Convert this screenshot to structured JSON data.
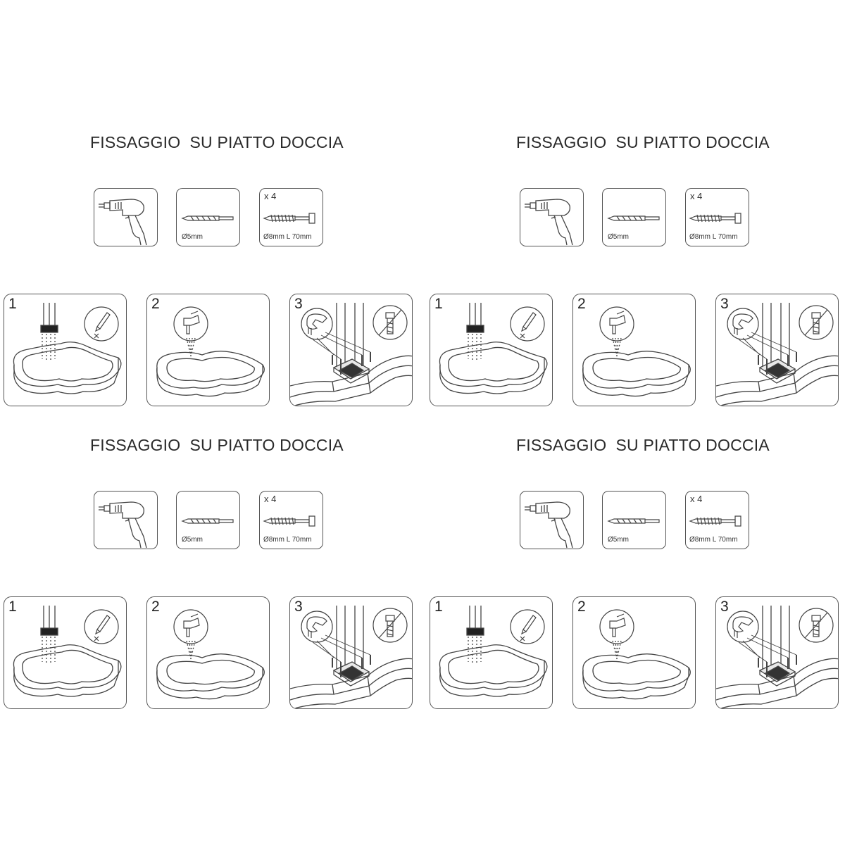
{
  "panels": [
    {
      "title": "FISSAGGIO  SU PIATTO DOCCIA",
      "tools": {
        "drill_bit": "Ø5mm",
        "screw_qty": "x 4",
        "screw_size": "Ø8mm  L 70mm"
      },
      "steps": [
        "1",
        "2",
        "3"
      ]
    },
    {
      "title": "FISSAGGIO  SU PIATTO DOCCIA",
      "tools": {
        "drill_bit": "Ø5mm",
        "screw_qty": "x 4",
        "screw_size": "Ø8mm  L 70mm"
      },
      "steps": [
        "1",
        "2",
        "3"
      ]
    },
    {
      "title": "FISSAGGIO  SU PIATTO DOCCIA",
      "tools": {
        "drill_bit": "Ø5mm",
        "screw_qty": "x 4",
        "screw_size": "Ø8mm  L 70mm"
      },
      "steps": [
        "1",
        "2",
        "3"
      ]
    },
    {
      "title": "FISSAGGIO  SU PIATTO DOCCIA",
      "tools": {
        "drill_bit": "Ø5mm",
        "screw_qty": "x 4",
        "screw_size": "Ø8mm  L 70mm"
      },
      "steps": [
        "1",
        "2",
        "3"
      ]
    }
  ],
  "icons": {
    "tool_1": "drill-icon",
    "tool_2": "drill-bit-icon",
    "tool_3": "screw-icon",
    "step_1": "column-placement-icon",
    "step_2": "drilling-icon",
    "step_3": "wrench-tightening-icon",
    "hint_1": "no-pencil-icon",
    "hint_3": "no-screwdriver-icon"
  },
  "colors": {
    "line": "#555555",
    "text": "#222222",
    "background": "#ffffff"
  }
}
